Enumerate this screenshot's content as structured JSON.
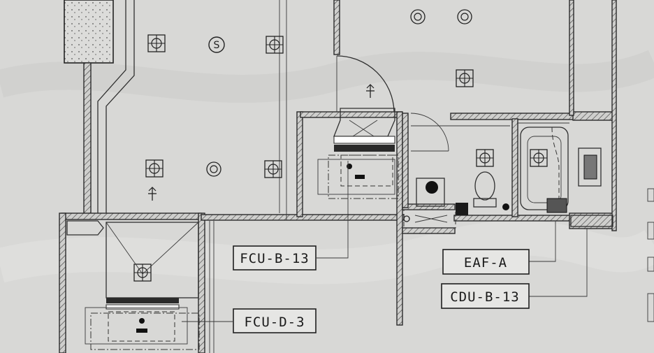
{
  "labels": {
    "fcu_b_13": "FCU-B-13",
    "fcu_d_3": "FCU-D-3",
    "eaf_a": "EAF-A",
    "cdu_b_13": "CDU-B-13"
  },
  "symbols": {
    "sensor_letter": "S"
  }
}
